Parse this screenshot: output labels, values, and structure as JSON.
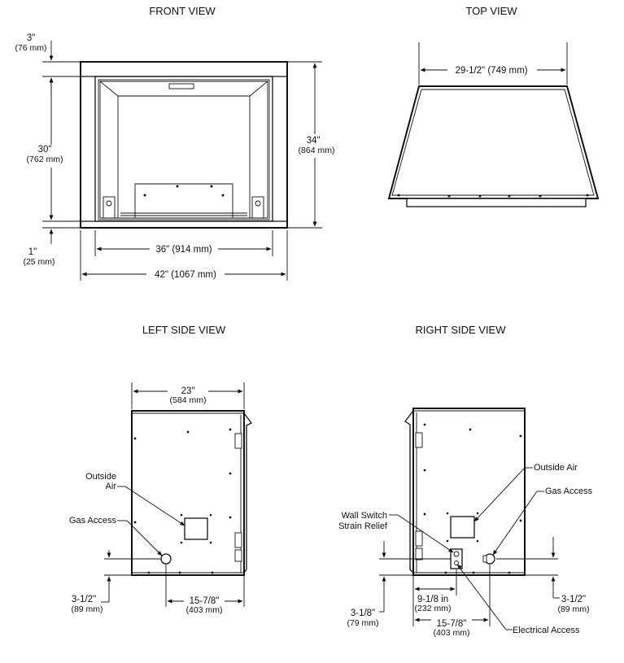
{
  "views": {
    "front": {
      "title": "FRONT VIEW",
      "dim_top_in": "3\"",
      "dim_top_mm": "(76 mm)",
      "dim_opening_h_in": "30\"",
      "dim_opening_h_mm": "(762 mm)",
      "dim_total_h_in": "34\"",
      "dim_total_h_mm": "(864 mm)",
      "dim_bottom_in": "1\"",
      "dim_bottom_mm": "(25 mm)",
      "dim_opening_w": "36\" (914 mm)",
      "dim_total_w": "42\" (1067 mm)"
    },
    "top": {
      "title": "TOP VIEW",
      "dim_width": "29-1/2\" (749 mm)"
    },
    "left": {
      "title": "LEFT SIDE VIEW",
      "dim_depth_in": "23\"",
      "dim_depth_mm": "(584 mm)",
      "outside_air_1": "Outside",
      "outside_air_2": "Air",
      "gas_access": "Gas Access",
      "dim_gas_h_in": "3-1/2\"",
      "dim_gas_h_mm": "(89 mm)",
      "dim_gas_d_in": "15-7/8\"",
      "dim_gas_d_mm": "(403 mm)"
    },
    "right": {
      "title": "RIGHT SIDE VIEW",
      "outside_air": "Outside Air",
      "gas_access": "Gas Access",
      "wall_switch_1": "Wall Switch",
      "wall_switch_2": "Strain Relief",
      "dim_gas_h_in": "3-1/2\"",
      "dim_gas_h_mm": "(89 mm)",
      "dim_elec_h_in": "3-1/8\"",
      "dim_elec_h_mm": "(79 mm)",
      "dim_elec_d_in": "9-1/8 in",
      "dim_elec_d_mm": "(232 mm)",
      "dim_gas_d_in": "15-7/8\"",
      "dim_gas_d_mm": "(403 mm)",
      "electrical_access": "Electrical Access"
    }
  }
}
